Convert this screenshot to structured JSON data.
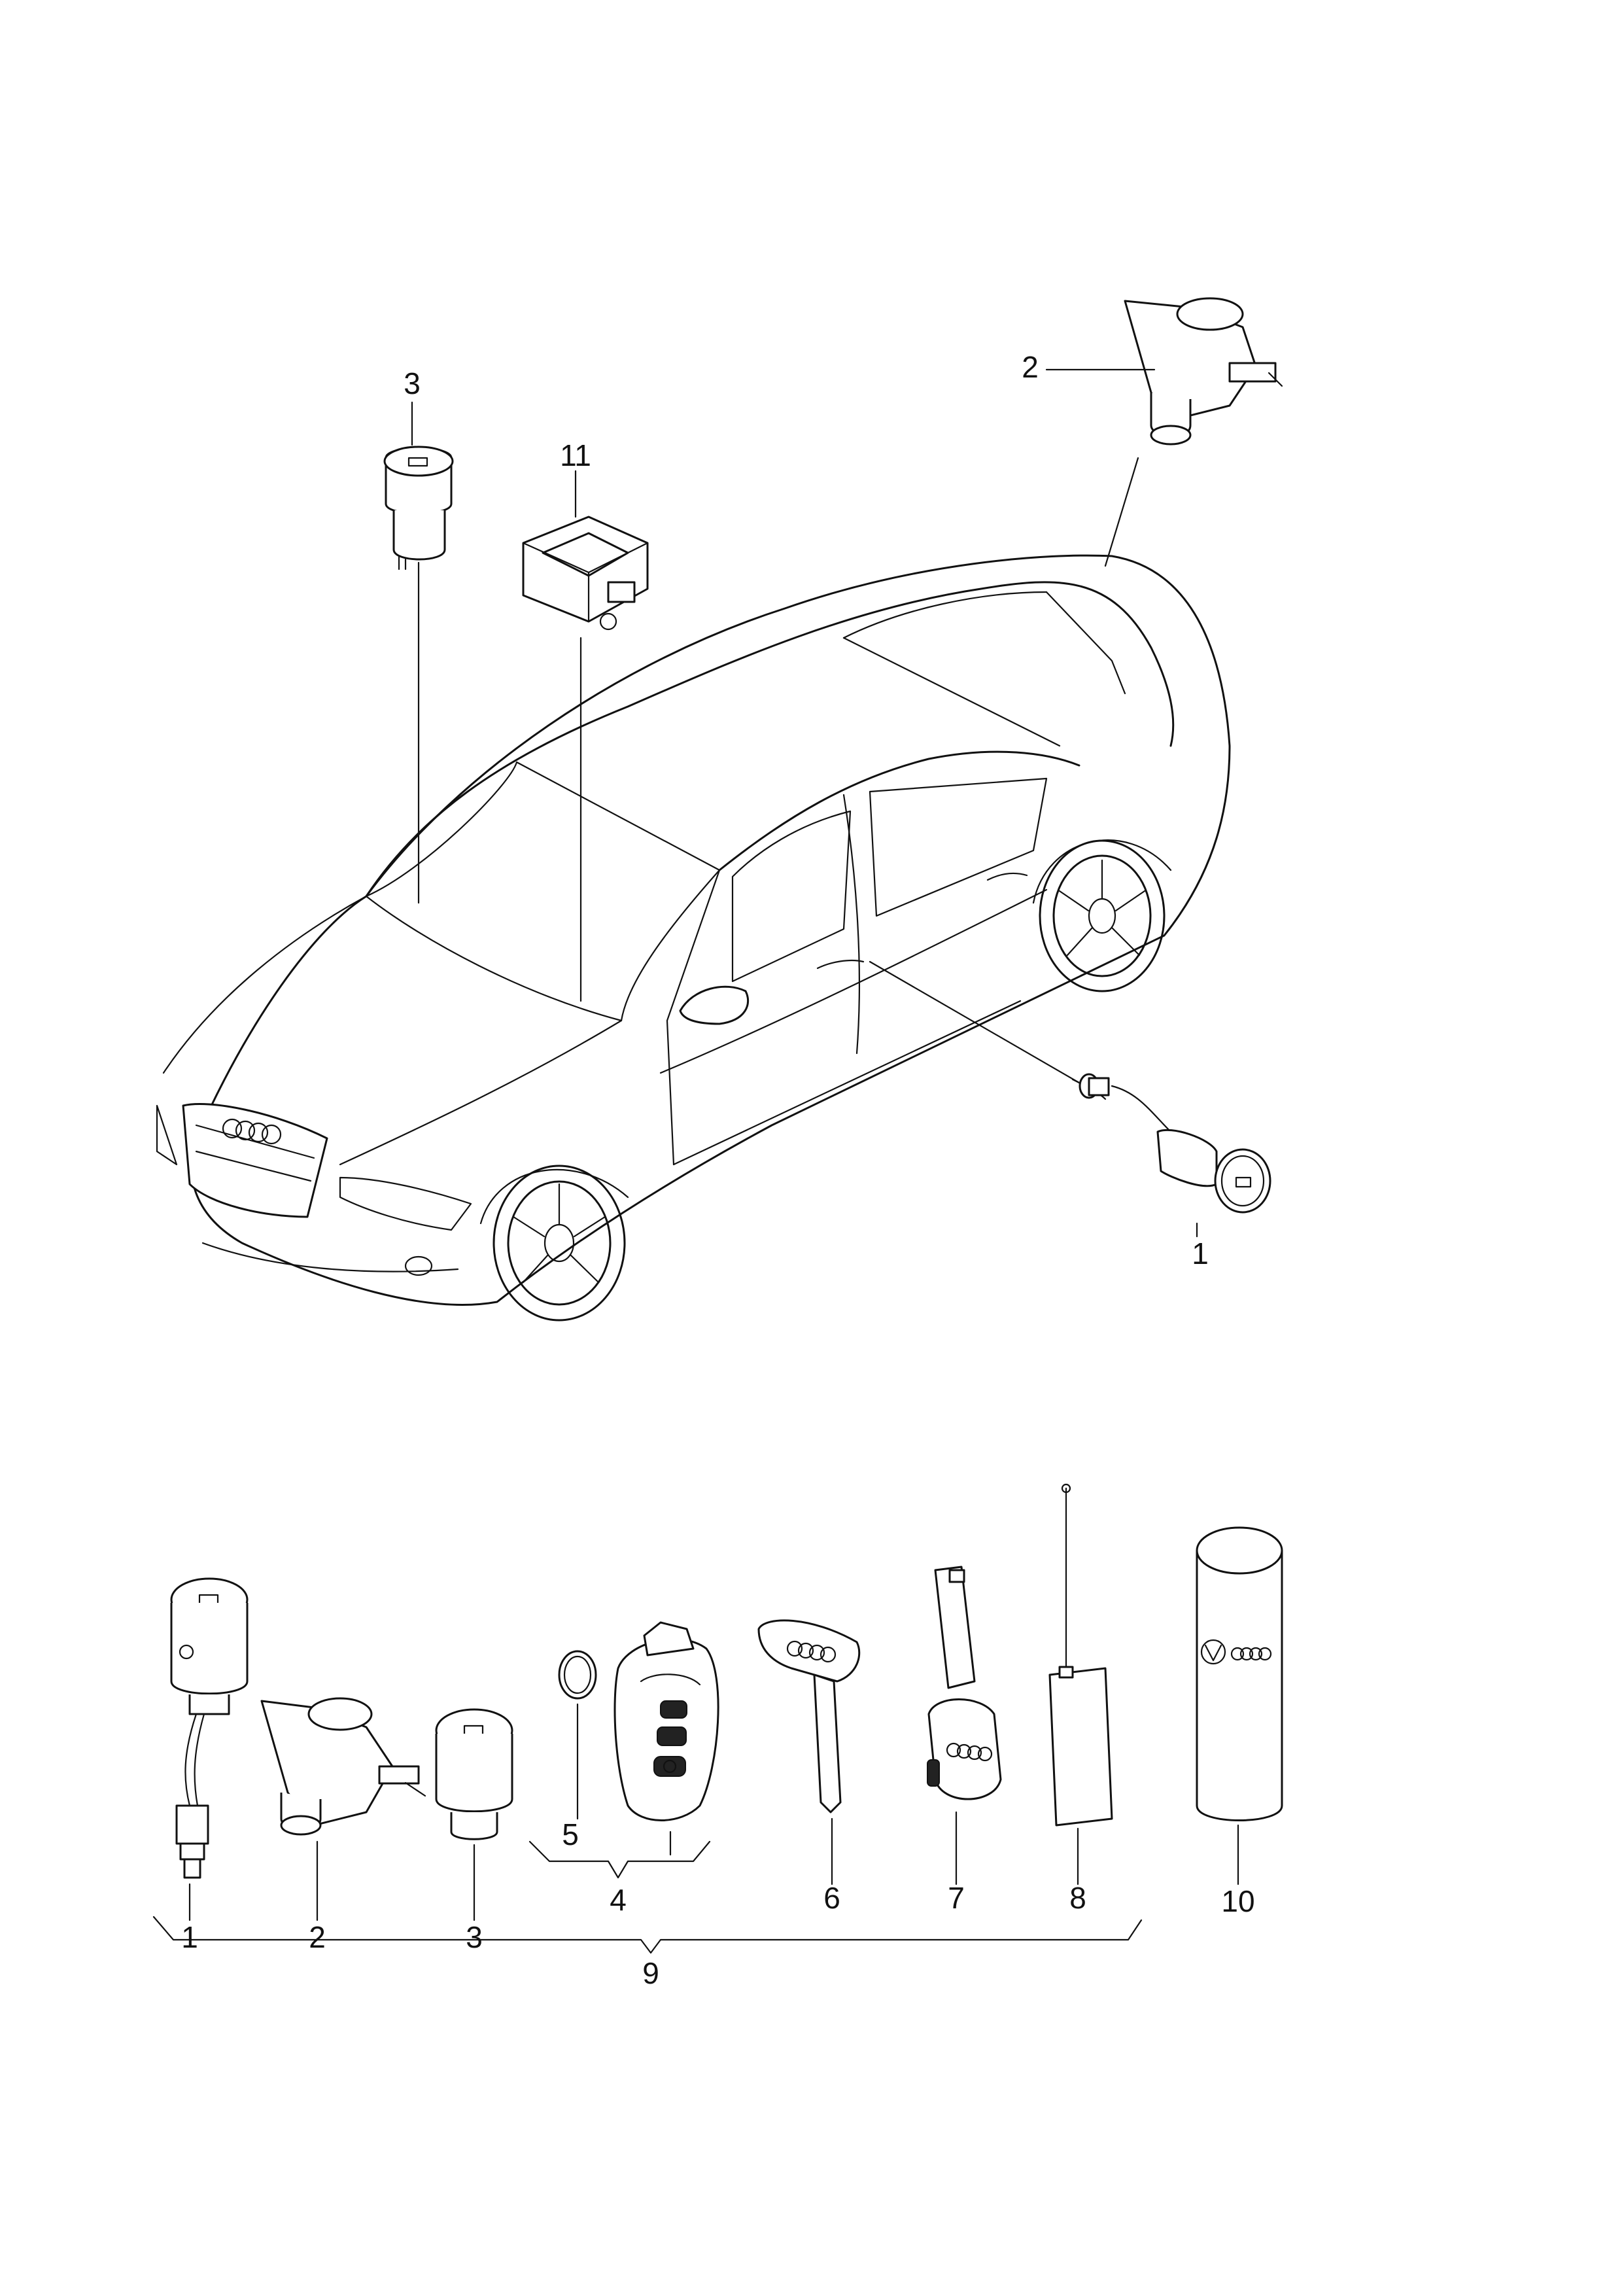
{
  "callouts": {
    "car_lock_1": "1",
    "car_lock_2": "2",
    "car_lock_3": "3",
    "car_unit_11": "11",
    "row_1": "1",
    "row_2": "2",
    "row_3": "3",
    "row_4": "4",
    "row_5": "5",
    "row_6": "6",
    "row_7": "7",
    "row_8": "8",
    "row_9": "9",
    "row_10": "10"
  },
  "colors": {
    "line": "#111111",
    "background": "#ffffff"
  }
}
